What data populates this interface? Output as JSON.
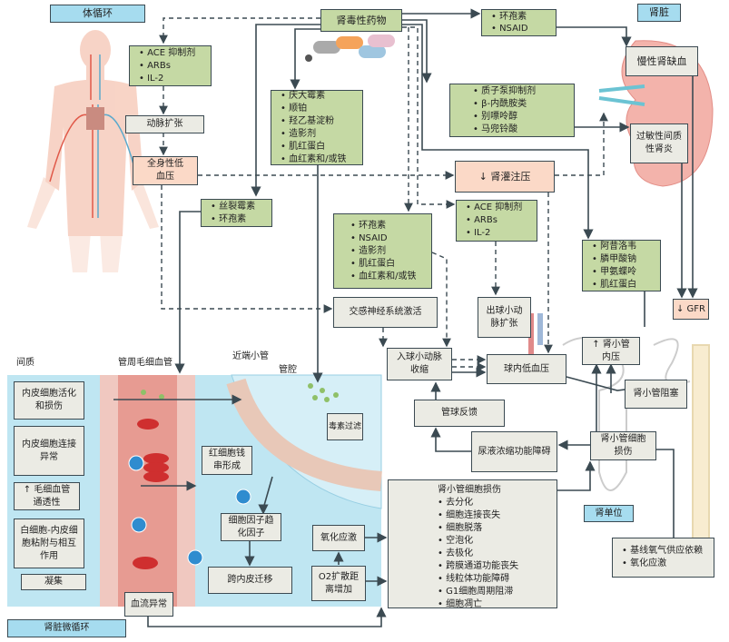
{
  "section_labels": {
    "systemic": "体循环",
    "kidney": "肾脏",
    "renal_micro": "肾脏微循环",
    "nephron": "肾单位"
  },
  "nephrotoxic_drugs": "肾毒性药物",
  "boxes": {
    "top_right_drugs": [
      "环孢素",
      "NSAID"
    ],
    "ace_systemic": [
      "ACE 抑制剂",
      "ARBs",
      "IL-2"
    ],
    "arterial_dilation": "动脉扩张",
    "systemic_hypotension": "全身性低血压",
    "tubular_toxins": [
      "庆大霉素",
      "顺铂",
      "羟乙基淀粉",
      "造影剂",
      "肌红蛋白",
      "血红素和/或铁"
    ],
    "interstitial_drugs": [
      "质子泵抑制剂",
      "β-内酰胺类",
      "别嘌呤醇",
      "马兜铃酸"
    ],
    "chronic_ischemia": "慢性肾缺血",
    "allergic_nephritis": "过敏性间质性肾炎",
    "renal_perfusion": "↓ 肾灌注压",
    "microvascular_drugs": [
      "丝裂霉素",
      "环孢素"
    ],
    "ace_efferent": [
      "ACE 抑制剂",
      "ARBs",
      "IL-2"
    ],
    "vasoconstrictive_drugs": [
      "环孢素",
      "NSAID",
      "造影剂",
      "肌红蛋白",
      "血红素和/或铁"
    ],
    "obstruction_drugs": [
      "阿昔洛韦",
      "膦甲酸钠",
      "甲氨蝶呤",
      "肌红蛋白"
    ],
    "gfr": "↓ GFR",
    "sympathetic": "交感神经系统激活",
    "efferent_dilation": "出球小动脉扩张",
    "afferent_constriction": "入球小动脉收缩",
    "glomerular_hypotension": "球内低血压",
    "tubular_pressure": "↑ 肾小管内压",
    "tubular_obstruction": "肾小管阻塞",
    "tg_feedback": "管球反馈",
    "concentration_defect": "尿液浓缩功能障碍",
    "tubular_injury_small": "肾小管细胞损伤",
    "toxin_filtration": "毒素过滤",
    "tubular_injury_title": "肾小管细胞损伤",
    "tubular_injury_list": [
      "去分化",
      "细胞连接丧失",
      "细胞脱落",
      "空泡化",
      "去极化",
      "跨膜通道功能丧失",
      "线粒体功能障碍",
      "G1细胞周期阻滞",
      "细胞凋亡"
    ],
    "oxygen": [
      "基线氧气供应依赖",
      "氧化应激"
    ],
    "endothelial_activation": "内皮细胞活化和损伤",
    "endothelial_junction": "内皮细胞连接异常",
    "permeability": "↑ 毛细血管通透性",
    "leukocyte_adhesion": "白细胞-内皮细胞粘附与相互作用",
    "aggregation": "凝集",
    "rouleaux": "红细胞钱串形成",
    "cytokines": "细胞因子趋化因子",
    "transmigration": "跨内皮迁移",
    "oxidative_stress": "氧化应激",
    "o2_diffusion": "O2扩散距离增加",
    "blood_flow": "血流异常"
  },
  "anatomy_labels": {
    "interstitium": "间质",
    "peritubular_capillary": "管周毛细血管",
    "proximal_tubule": "近端小管",
    "lumen": "管腔"
  },
  "colors": {
    "drug_box": "#c5d9a4",
    "effect_box": "#ebebe4",
    "hemodynamic_box": "#fbd9c7",
    "section_label": "#a6dcef",
    "microcirculation_bg": "#bfe6f2"
  }
}
